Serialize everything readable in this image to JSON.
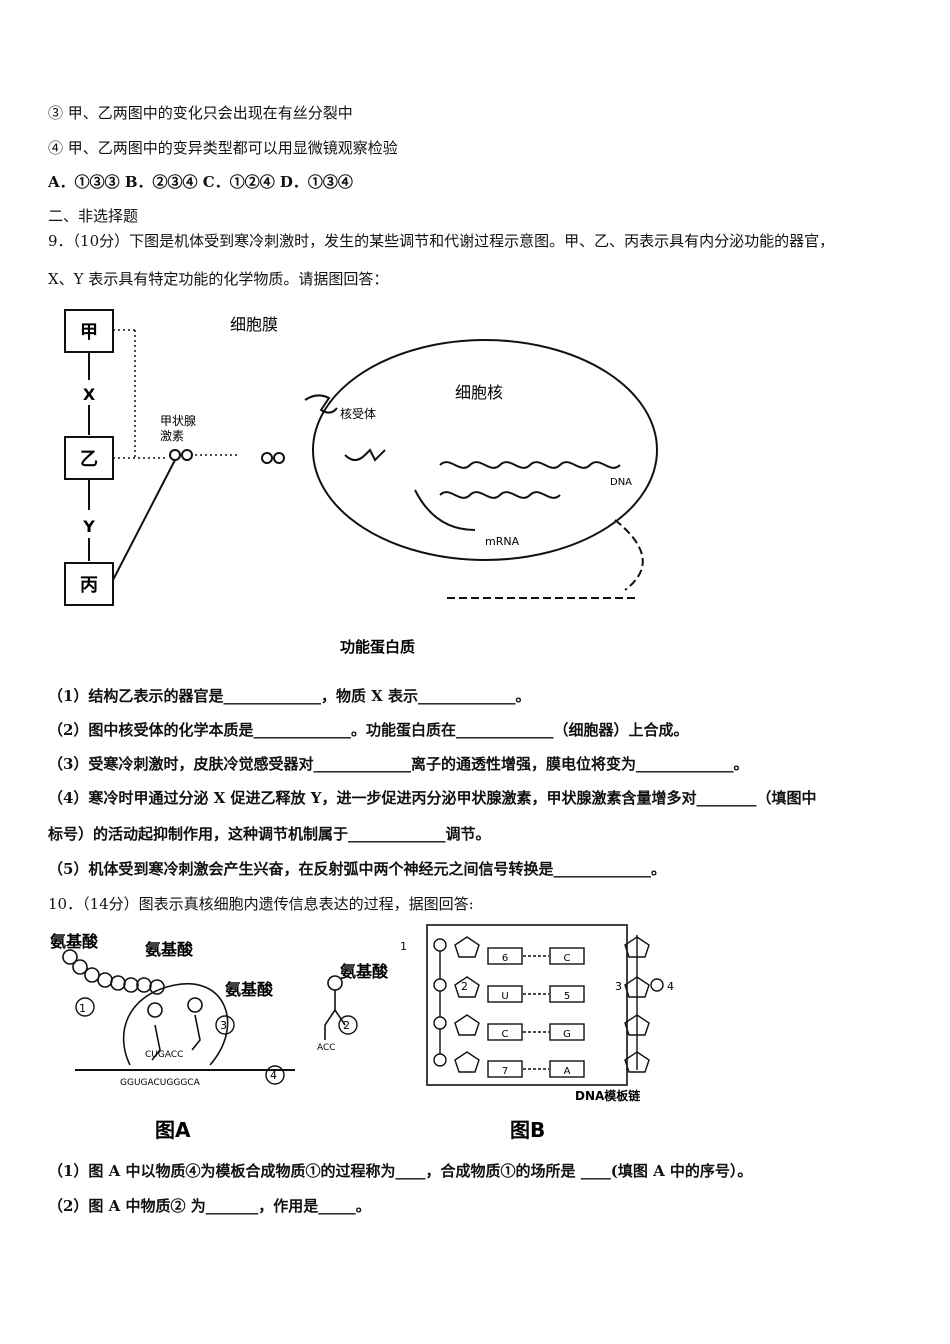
{
  "lines": {
    "l1": "③ 甲、乙两图中的变化只会出现在有丝分裂中",
    "l2": "④ 甲、乙两图中的变异类型都可以用显微镜观察检验",
    "l3": "A．①③③   B．②③④   C．①②④   D．①③④",
    "section": "二、非选择题",
    "q9a": "9．（10分）下图是机体受到寒冷刺激时，发生的某些调节和代谢过程示意图。甲、乙、丙表示具有内分泌功能的器官，",
    "q9b": "X、Y 表示具有特定功能的化学物质。请据图回答：",
    "q9_1": "（1）结构乙表示的器官是_____________，物质 X 表示_____________。",
    "q9_2": "（2）图中核受体的化学本质是_____________。功能蛋白质在_____________（细胞器）上合成。",
    "q9_3": "（3）受寒冷刺激时，皮肤冷觉感受器对_____________离子的通透性增强，膜电位将变为_____________。",
    "q9_4a": "（4）寒冷时甲通过分泌 X 促进乙释放 Y，进一步促进丙分泌甲状腺激素，甲状腺激素含量增多对________（填图中",
    "q9_4b": "标号）的活动起抑制作用，这种调节机制属于_____________调节。",
    "q9_5": "（5）机体受到寒冷刺激会产生兴奋，在反射弧中两个神经元之间信号转换是_____________。",
    "q10": "10．（14分）图表示真核细胞内遗传信息表达的过程，据图回答:",
    "q10_1": "（1）图 A 中以物质④为模板合成物质①的过程称为____，合成物质①的场所是 ____(填图 A 中的序号）。",
    "q10_2": "（2）图 A 中物质② 为_______，作用是_____。"
  },
  "fig1": {
    "box_jia": "甲",
    "box_yi": "乙",
    "box_bing": "丙",
    "x": "X",
    "y": "Y",
    "membrane": "细胞膜",
    "nucleus": "细胞核",
    "hormone1": "甲状腺",
    "hormone2": "激素",
    "receptor": "核受体",
    "dna": "DNA",
    "mrna": "mRNA",
    "protein": "功能蛋白质"
  },
  "figA": {
    "aa1": "氨基酸",
    "aa2": "氨基酸",
    "aa3": "氨基酸",
    "n1": "①",
    "n2": "②",
    "n3": "③",
    "n4": "④",
    "codon": "CUGACC",
    "mrna_seq": "GGUGACUGGGCA",
    "acc": "ACC",
    "caption": "图A"
  },
  "figB": {
    "left_bases": [
      "6",
      "U",
      "C",
      "7"
    ],
    "right_bases": [
      "C",
      "5",
      "G",
      "A"
    ],
    "n1": "1",
    "n2": "2",
    "n3": "3",
    "n4": "4",
    "template": "DNA模板链",
    "caption": "图B"
  }
}
